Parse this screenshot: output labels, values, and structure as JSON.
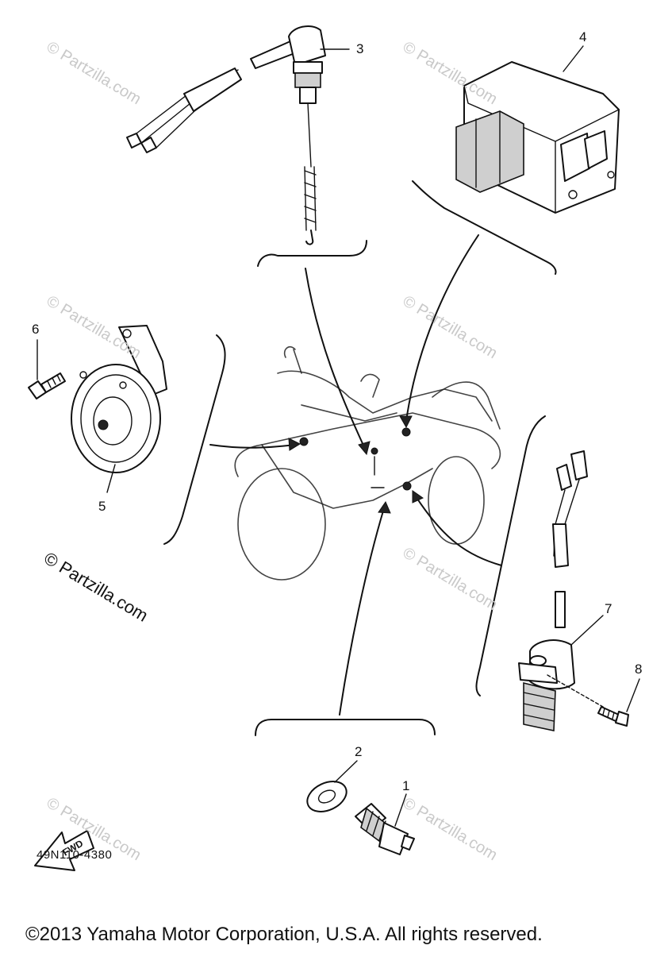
{
  "watermark": {
    "text": "© Partzilla.com",
    "faint_color": "#c9c9c9"
  },
  "callouts": [
    {
      "number": "1"
    },
    {
      "number": "2"
    },
    {
      "number": "3"
    },
    {
      "number": "4"
    },
    {
      "number": "5"
    },
    {
      "number": "6"
    },
    {
      "number": "7"
    },
    {
      "number": "8"
    }
  ],
  "fwd_label": "FWD",
  "diagram_code": "49N110-4380",
  "copyright": "©2013 Yamaha Motor Corporation, U.S.A. All rights reserved."
}
